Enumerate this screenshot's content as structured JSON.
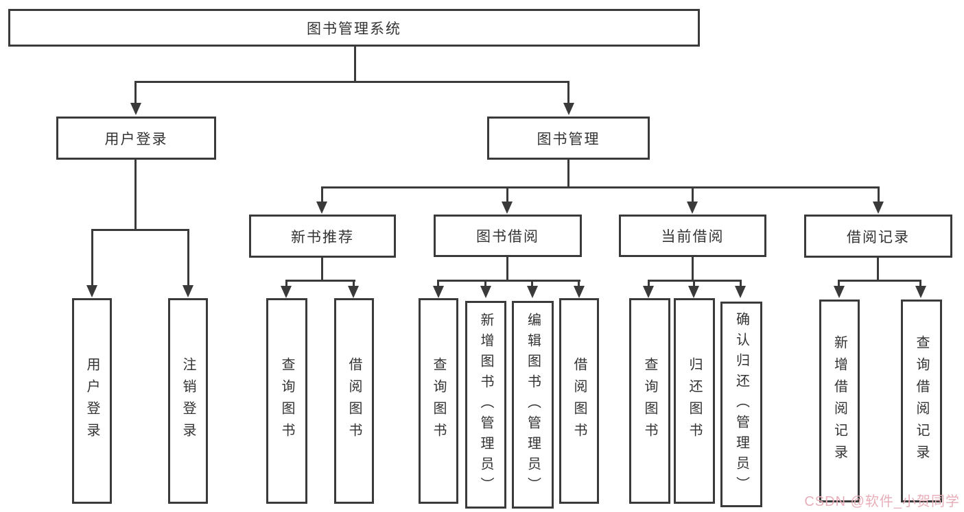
{
  "tree": {
    "root": {
      "label": "图书管理系统"
    },
    "level1": [
      {
        "label": "用户登录"
      },
      {
        "label": "图书管理"
      }
    ],
    "level2": [
      {
        "label": "新书推荐"
      },
      {
        "label": "图书借阅"
      },
      {
        "label": "当前借阅"
      },
      {
        "label": "借阅记录"
      }
    ],
    "leaves": {
      "login": [
        {
          "label": "用户登录"
        },
        {
          "label": "注销登录"
        }
      ],
      "recommend": [
        {
          "label": "查询图书"
        },
        {
          "label": "借阅图书"
        }
      ],
      "borrow": [
        {
          "label": "查询图书"
        },
        {
          "label": "新增图书（管理员）"
        },
        {
          "label": "编辑图书（管理员）"
        },
        {
          "label": "借阅图书"
        }
      ],
      "current": [
        {
          "label": "查询图书"
        },
        {
          "label": "归还图书"
        },
        {
          "label": "确认归还（管理员）"
        }
      ],
      "records": [
        {
          "label": "新增借阅记录"
        },
        {
          "label": "查询借阅记录"
        }
      ]
    }
  },
  "watermark": {
    "text": "CSDN @软件_小贺同学"
  },
  "colors": {
    "line": "#3a3a3a",
    "text": "#333333",
    "watermark": "#e8aeb9",
    "background": "#ffffff"
  }
}
